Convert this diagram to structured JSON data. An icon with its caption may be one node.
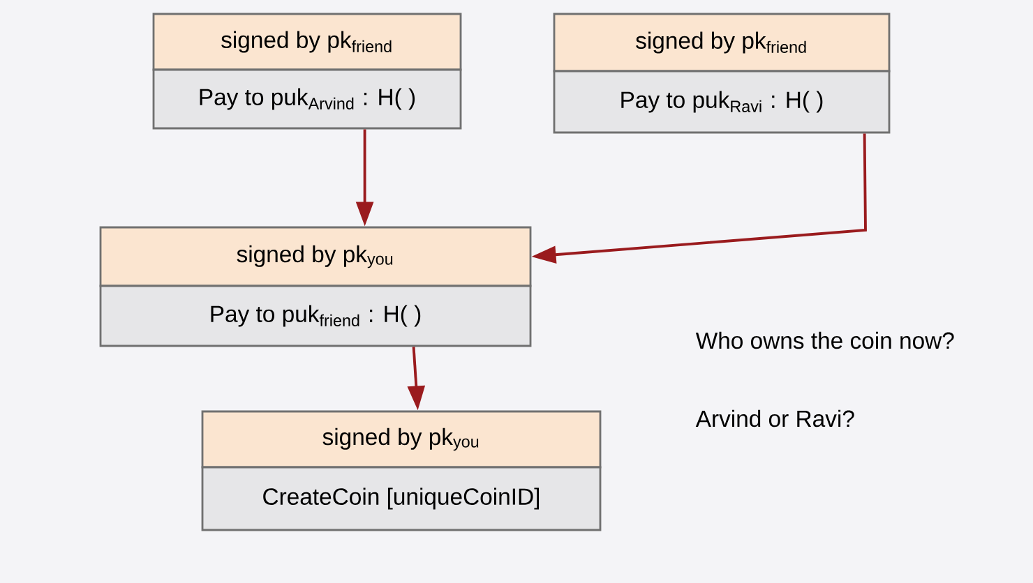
{
  "diagram": {
    "nodes": [
      {
        "text": [
          "signed by pk$_{friend}$"
        ]
      },
      {
        "text": [
          "Pay to puk$_{Arvind}$ : H(   )"
        ]
      },
      {
        "text": [
          "signed by pk$_{friend}$"
        ]
      },
      {
        "text": [
          "Pay to puk$_{Ravi}$ : H(   )"
        ]
      },
      {
        "text": [
          "signed by pk$_{you}$"
        ]
      },
      {
        "text": [
          "Pay to puk$_{friend}$ : H(   )"
        ]
      },
      {
        "text": [
          "signed by pk$_{you}$"
        ]
      },
      {
        "text": [
          "CreateCoin [uniqueCoinID]"
        ]
      }
    ],
    "edges": [
      {
        "from": 1,
        "to": 4,
        "arrow": "to"
      },
      {
        "from": 3,
        "to": 4,
        "arrow": "to"
      },
      {
        "from": 5,
        "to": 6,
        "arrow": "to"
      }
    ],
    "labels": [
      "Who owns the coin now?",
      "Arvind or Ravi?"
    ]
  }
}
